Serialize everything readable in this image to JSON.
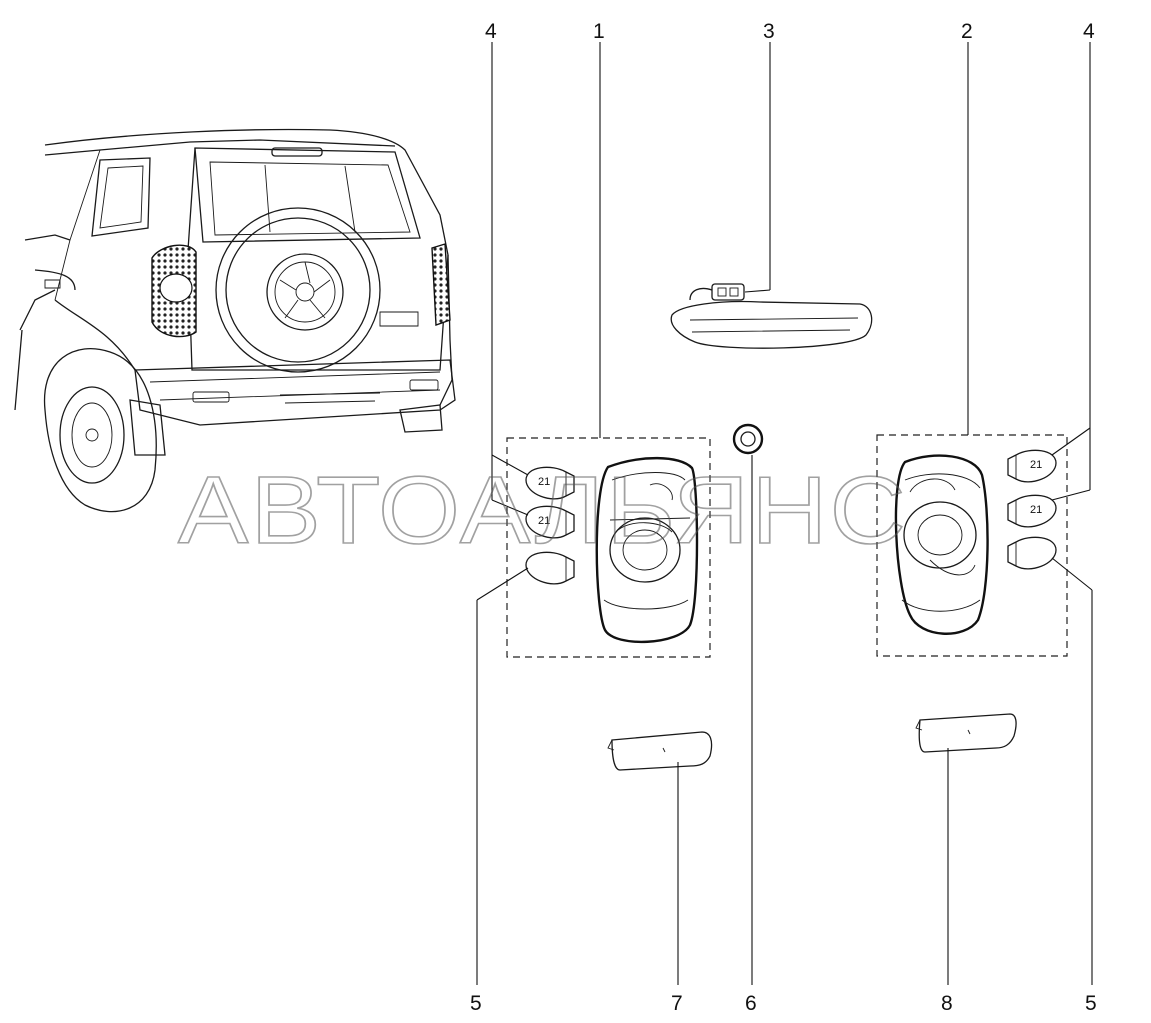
{
  "watermark": "АВТОАЛЬЯНС",
  "callouts": [
    {
      "id": "c4-left",
      "label": "4"
    },
    {
      "id": "c1",
      "label": "1"
    },
    {
      "id": "c3",
      "label": "3"
    },
    {
      "id": "c2",
      "label": "2"
    },
    {
      "id": "c4-right",
      "label": "4"
    },
    {
      "id": "c5-left",
      "label": "5"
    },
    {
      "id": "c7",
      "label": "7"
    },
    {
      "id": "c6",
      "label": "6"
    },
    {
      "id": "c8",
      "label": "8"
    },
    {
      "id": "c5-right",
      "label": "5"
    }
  ],
  "bulbs": {
    "left": [
      "21",
      "21",
      ""
    ],
    "right": [
      "21",
      "21",
      ""
    ]
  }
}
